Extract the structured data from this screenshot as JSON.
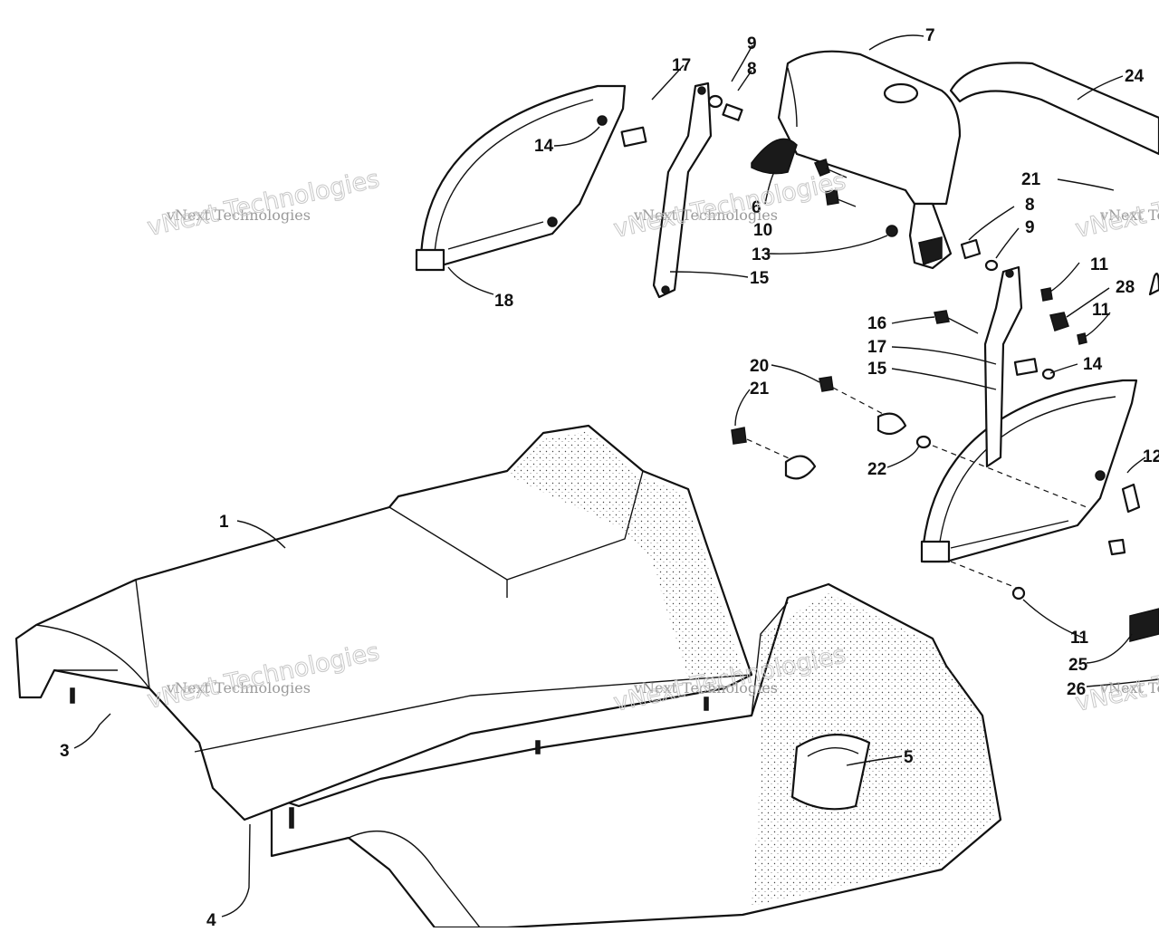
{
  "diagram": {
    "callouts": [
      "1",
      "3",
      "4",
      "5",
      "6",
      "7",
      "8",
      "9",
      "10",
      "11",
      "12",
      "13",
      "14",
      "15",
      "16",
      "17",
      "18",
      "20",
      "21",
      "22",
      "24",
      "25",
      "26",
      "28"
    ],
    "watermarks": [
      {
        "text": "vNext Technologies"
      },
      {
        "text": "vNext Technologies"
      },
      {
        "text": "vNext Technologies"
      },
      {
        "text": "vNext Technologies"
      },
      {
        "text": "vNext Te"
      },
      {
        "text": "vNext Te"
      }
    ]
  }
}
